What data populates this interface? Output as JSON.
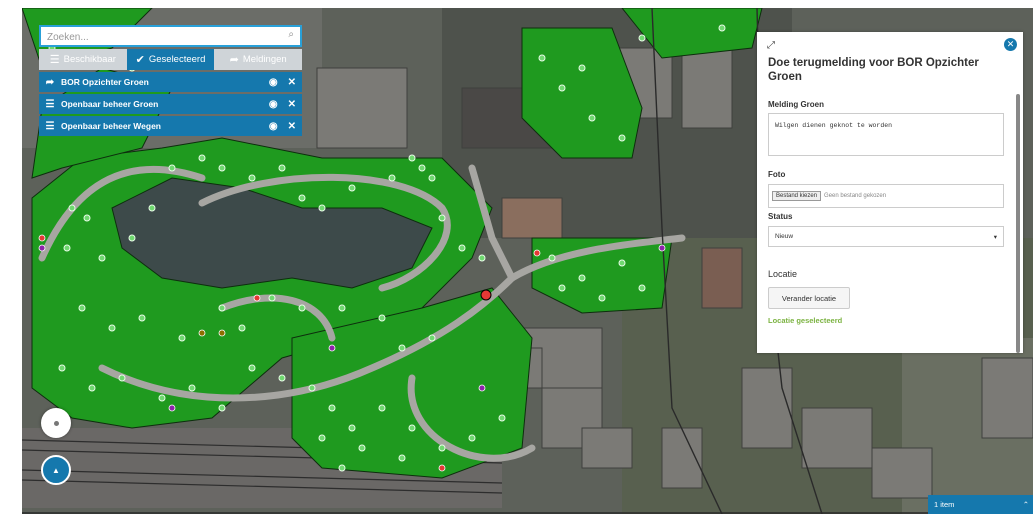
{
  "search": {
    "placeholder": "Zoeken...",
    "icon": "search-icon"
  },
  "tabs": [
    {
      "label": "Beschikbaar",
      "icon": "layers-icon",
      "state": "inactive"
    },
    {
      "label": "Geselecteerd",
      "icon": "check-icon",
      "state": "active"
    },
    {
      "label": "Meldingen",
      "icon": "pointer-icon",
      "state": "inactive"
    }
  ],
  "layers": [
    {
      "label": "BOR Opzichter Groen",
      "icon": "pointer-icon"
    },
    {
      "label": "Openbaar beheer Groen",
      "icon": "layers-icon"
    },
    {
      "label": "Openbaar beheer Wegen",
      "icon": "layers-icon"
    }
  ],
  "form": {
    "title": "Doe terugmelding voor BOR Opzichter Groen",
    "melding_label": "Melding Groen",
    "melding_value": "Wilgen dienen geknot te worden",
    "foto_label": "Foto",
    "file_button": "Bestand kiezen",
    "file_status": "Geen bestand gekozen",
    "status_label": "Status",
    "status_value": "Nieuw",
    "locatie_title": "Locatie",
    "locatie_button": "Verander locatie",
    "locatie_status": "Locatie geselecteerd"
  },
  "items_bar": {
    "label": "1 item"
  },
  "colors": {
    "accent": "#1578ad",
    "park_green": "#1f9a1f",
    "success": "#7cb342",
    "marker_red": "#e53935"
  }
}
